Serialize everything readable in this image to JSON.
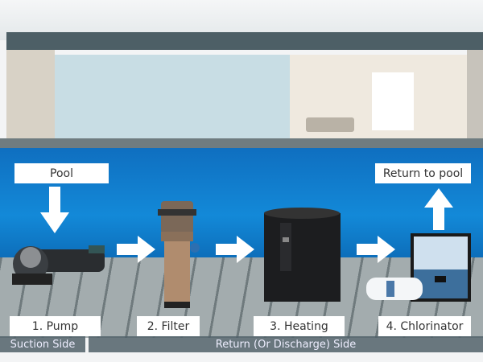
{
  "labels": {
    "pool": "Pool",
    "return_to_pool": "Return to pool",
    "pump": "1. Pump",
    "filter": "2. Filter",
    "heating": "3. Heating",
    "chlorinator": "4. Chlorinator"
  },
  "sides": {
    "suction": "Suction Side",
    "return": "Return (Or Discharge) Side"
  },
  "colors": {
    "pool": "#1389d8",
    "label_bg": "#ffffff",
    "side_bar": "#506068"
  }
}
